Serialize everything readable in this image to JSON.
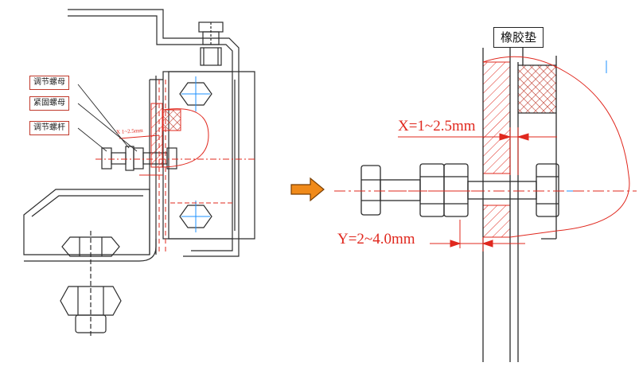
{
  "labels": {
    "adjust_nut": "调节螺母",
    "fastening_nut": "紧固螺母",
    "adjust_rod": "调节螺杆",
    "rubber_pad": "橡胶垫"
  },
  "dimensions": {
    "x_gap": "X=1~2.5mm",
    "y_gap": "Y=2~4.0mm",
    "x_gap_small": "X 1~2.5mm"
  },
  "colors": {
    "line": "#2b2b2b",
    "red": "#e0281e",
    "arrow_fill": "#f08a1a",
    "arrow_stroke": "#7a3e00",
    "hatch_cross": "#c0392b"
  },
  "icons": {
    "arrow": "right-arrow-icon"
  }
}
